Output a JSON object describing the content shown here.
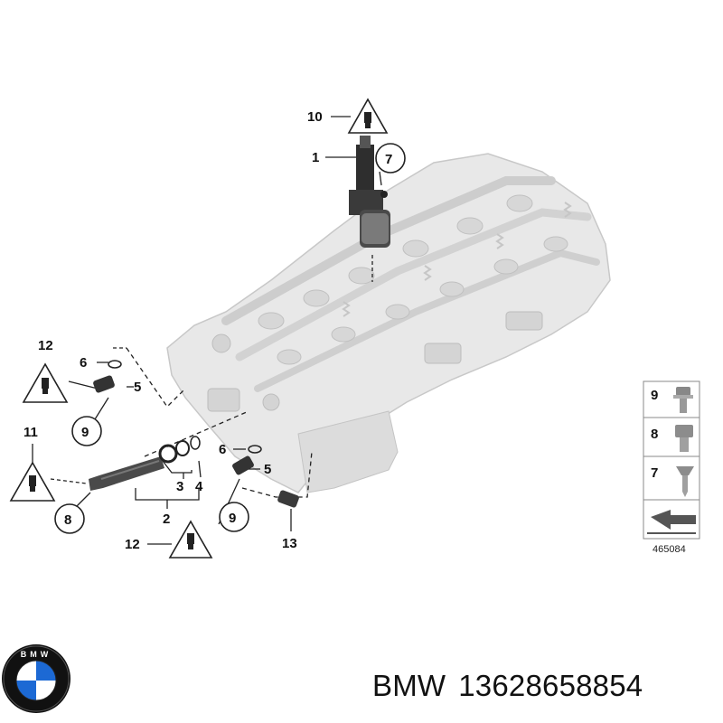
{
  "callouts": {
    "c1": "1",
    "c2": "2",
    "c3": "3",
    "c4": "4",
    "c5a": "5",
    "c5b": "5",
    "c6a": "6",
    "c6b": "6",
    "c7": "7",
    "c8": "8",
    "c9a": "9",
    "c9b": "9",
    "c10": "10",
    "c11": "11",
    "c12a": "12",
    "c12b": "12",
    "c13": "13"
  },
  "legend": {
    "items": [
      "9",
      "8",
      "7"
    ],
    "diagram_id": "465084"
  },
  "caption": {
    "brand": "BMW",
    "part_number": "13628658854"
  },
  "logo": {
    "text": "BMW"
  },
  "colors": {
    "engine": "#e6e6e6",
    "engine_shade": "#cfcfcf",
    "line": "#222222",
    "bmw_blue": "#1c69d4"
  }
}
